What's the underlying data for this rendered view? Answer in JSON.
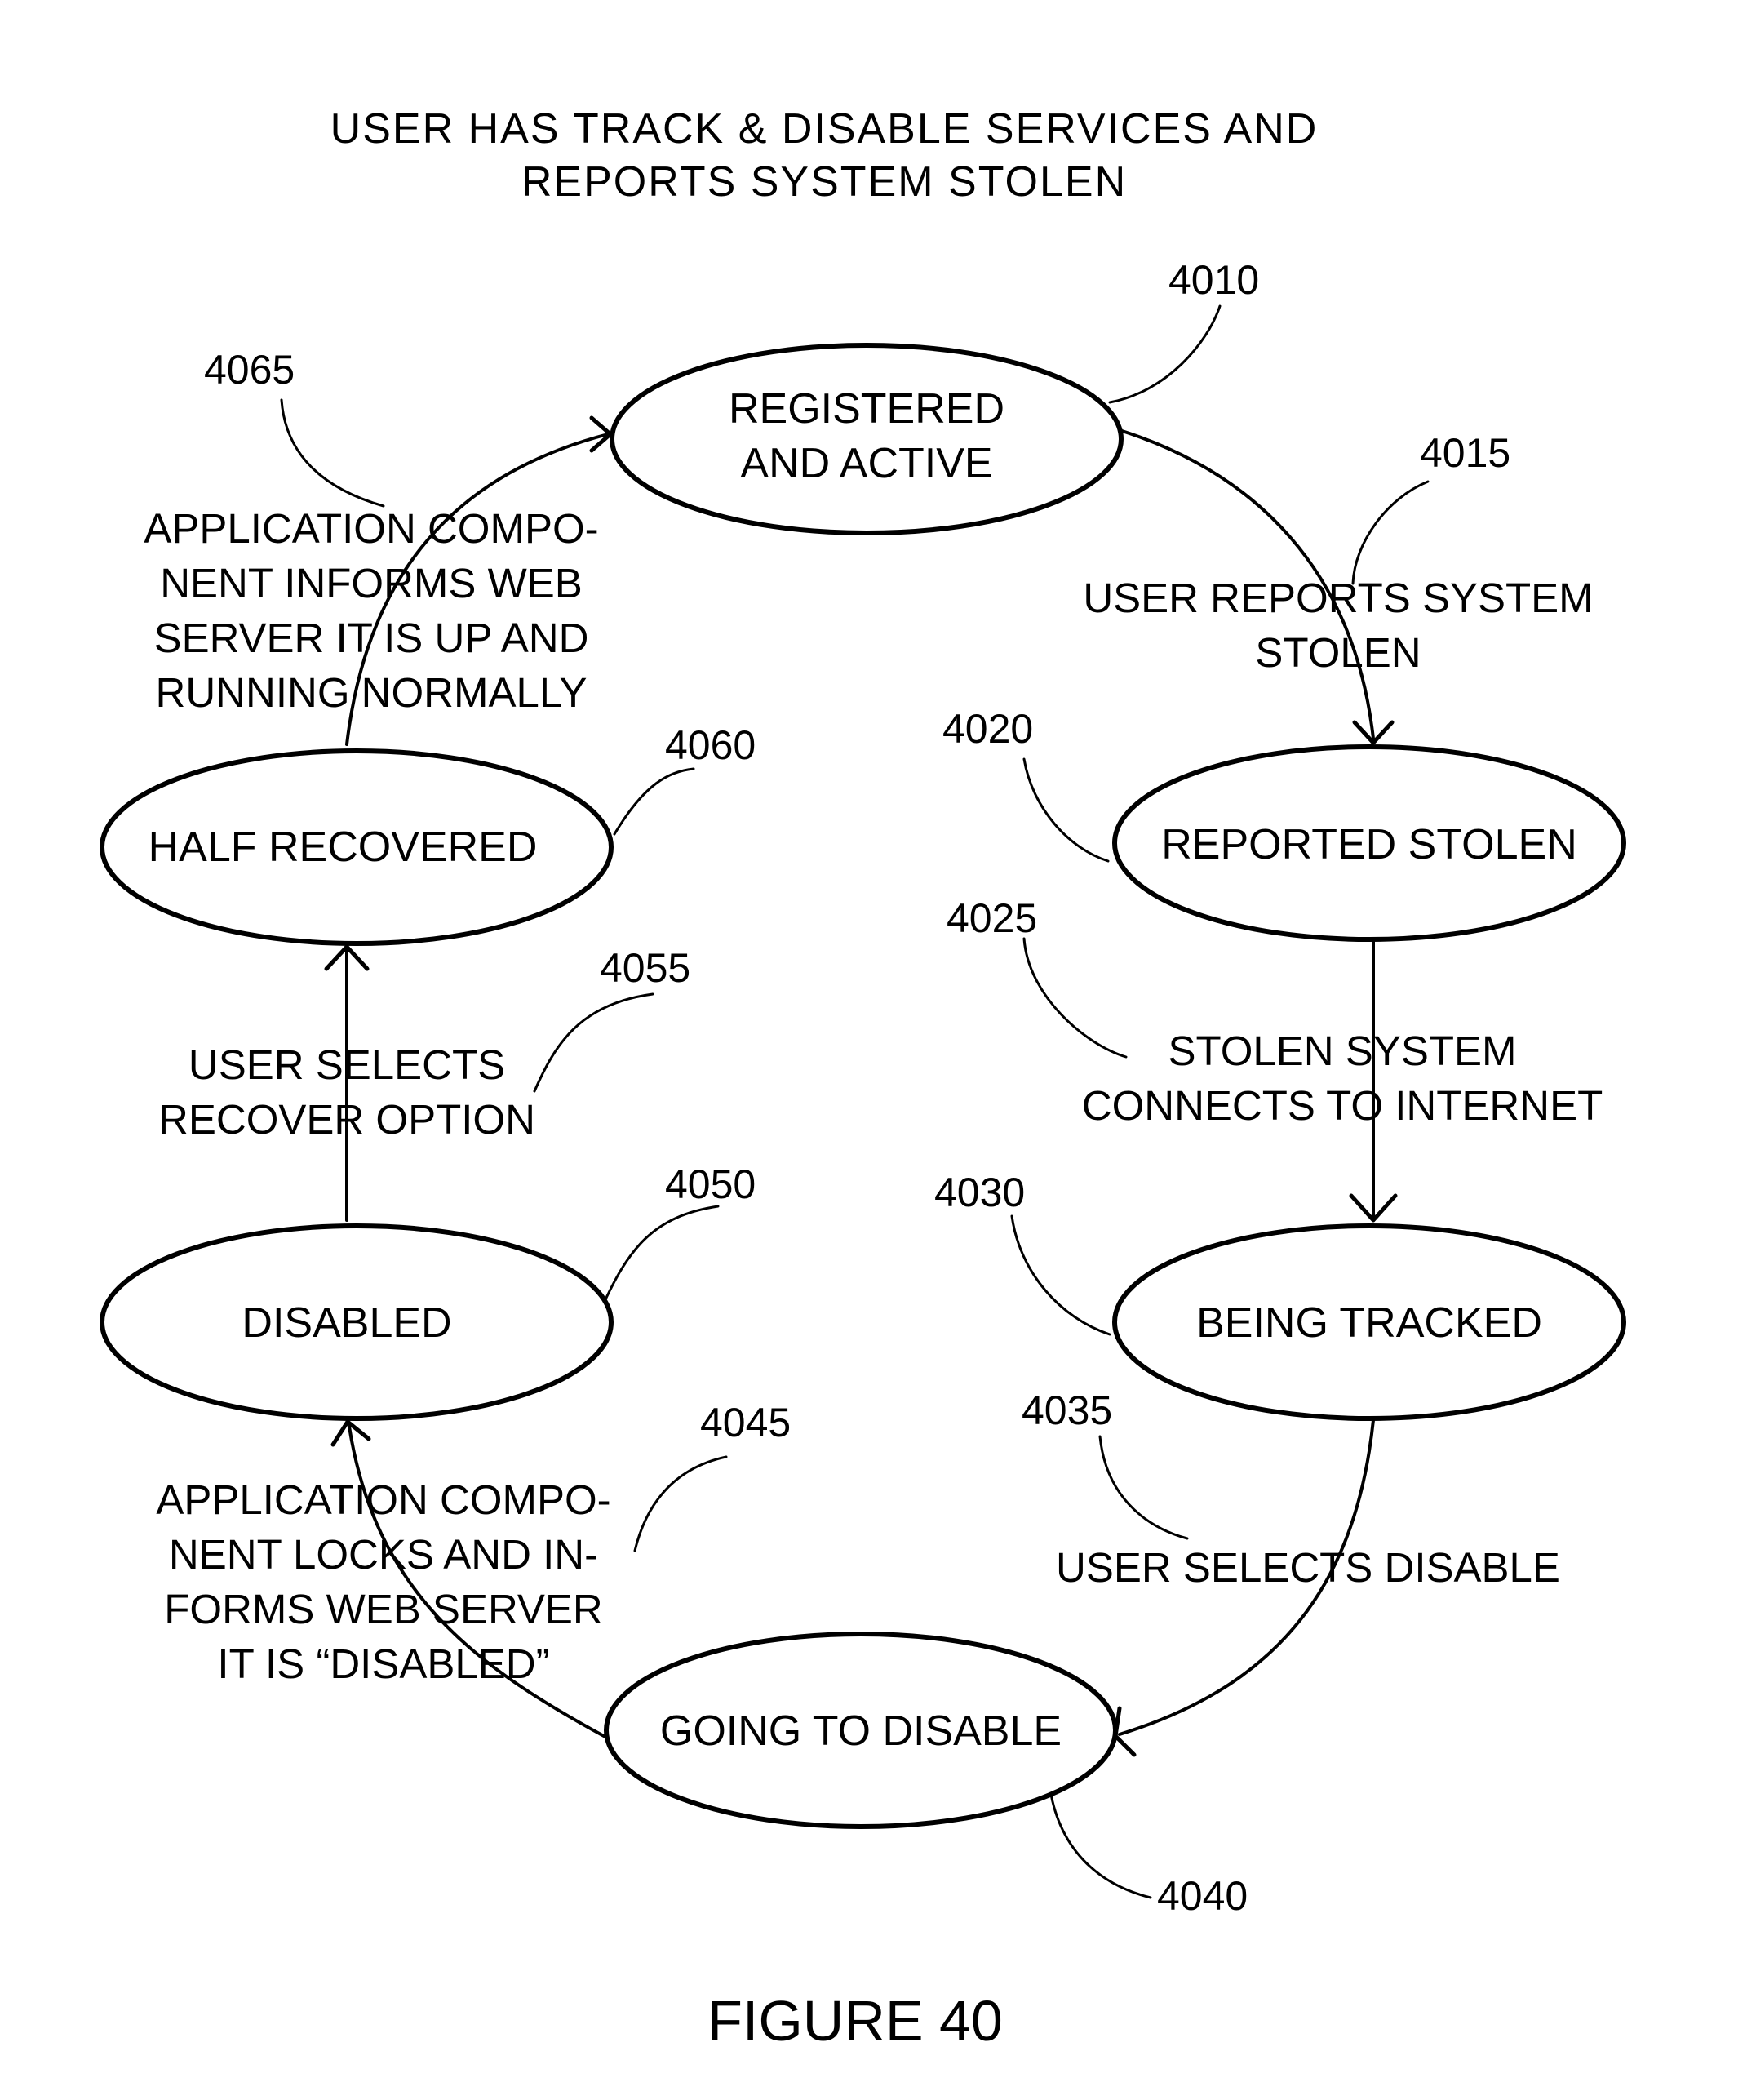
{
  "title": {
    "line1": "USER  HAS  TRACK  &  DISABLE  SERVICES  AND",
    "line2": "REPORTS  SYSTEM  STOLEN"
  },
  "states": {
    "registered": {
      "line1": "REGISTERED",
      "line2": "AND  ACTIVE",
      "ref": "4010"
    },
    "reported": {
      "label": "REPORTED STOLEN",
      "ref": "4020"
    },
    "tracked": {
      "label": "BEING TRACKED",
      "ref": "4030"
    },
    "going_disable": {
      "label": "GOING TO DISABLE",
      "ref": "4040"
    },
    "disabled": {
      "label": "DISABLED",
      "ref": "4050"
    },
    "half_recovered": {
      "label": "HALF RECOVERED",
      "ref": "4060"
    }
  },
  "transitions": {
    "t4015": {
      "ref": "4015",
      "lines": [
        "USER REPORTS SYSTEM",
        "STOLEN"
      ]
    },
    "t4025": {
      "ref": "4025",
      "lines": [
        "STOLEN SYSTEM",
        "CONNECTS TO INTERNET"
      ]
    },
    "t4035": {
      "ref": "4035",
      "lines": [
        "USER SELECTS DISABLE"
      ]
    },
    "t4045": {
      "ref": "4045",
      "lines": [
        "APPLICATION COMPO-",
        "NENT LOCKS AND IN-",
        "FORMS WEB SERVER",
        "IT IS “DISABLED”"
      ]
    },
    "t4055": {
      "ref": "4055",
      "lines": [
        "USER SELECTS",
        "RECOVER OPTION"
      ]
    },
    "t4065": {
      "ref": "4065",
      "lines": [
        "APPLICATION COMPO-",
        "NENT INFORMS WEB",
        "SERVER IT IS UP AND",
        "RUNNING NORMALLY"
      ]
    }
  },
  "caption": "FIGURE 40"
}
